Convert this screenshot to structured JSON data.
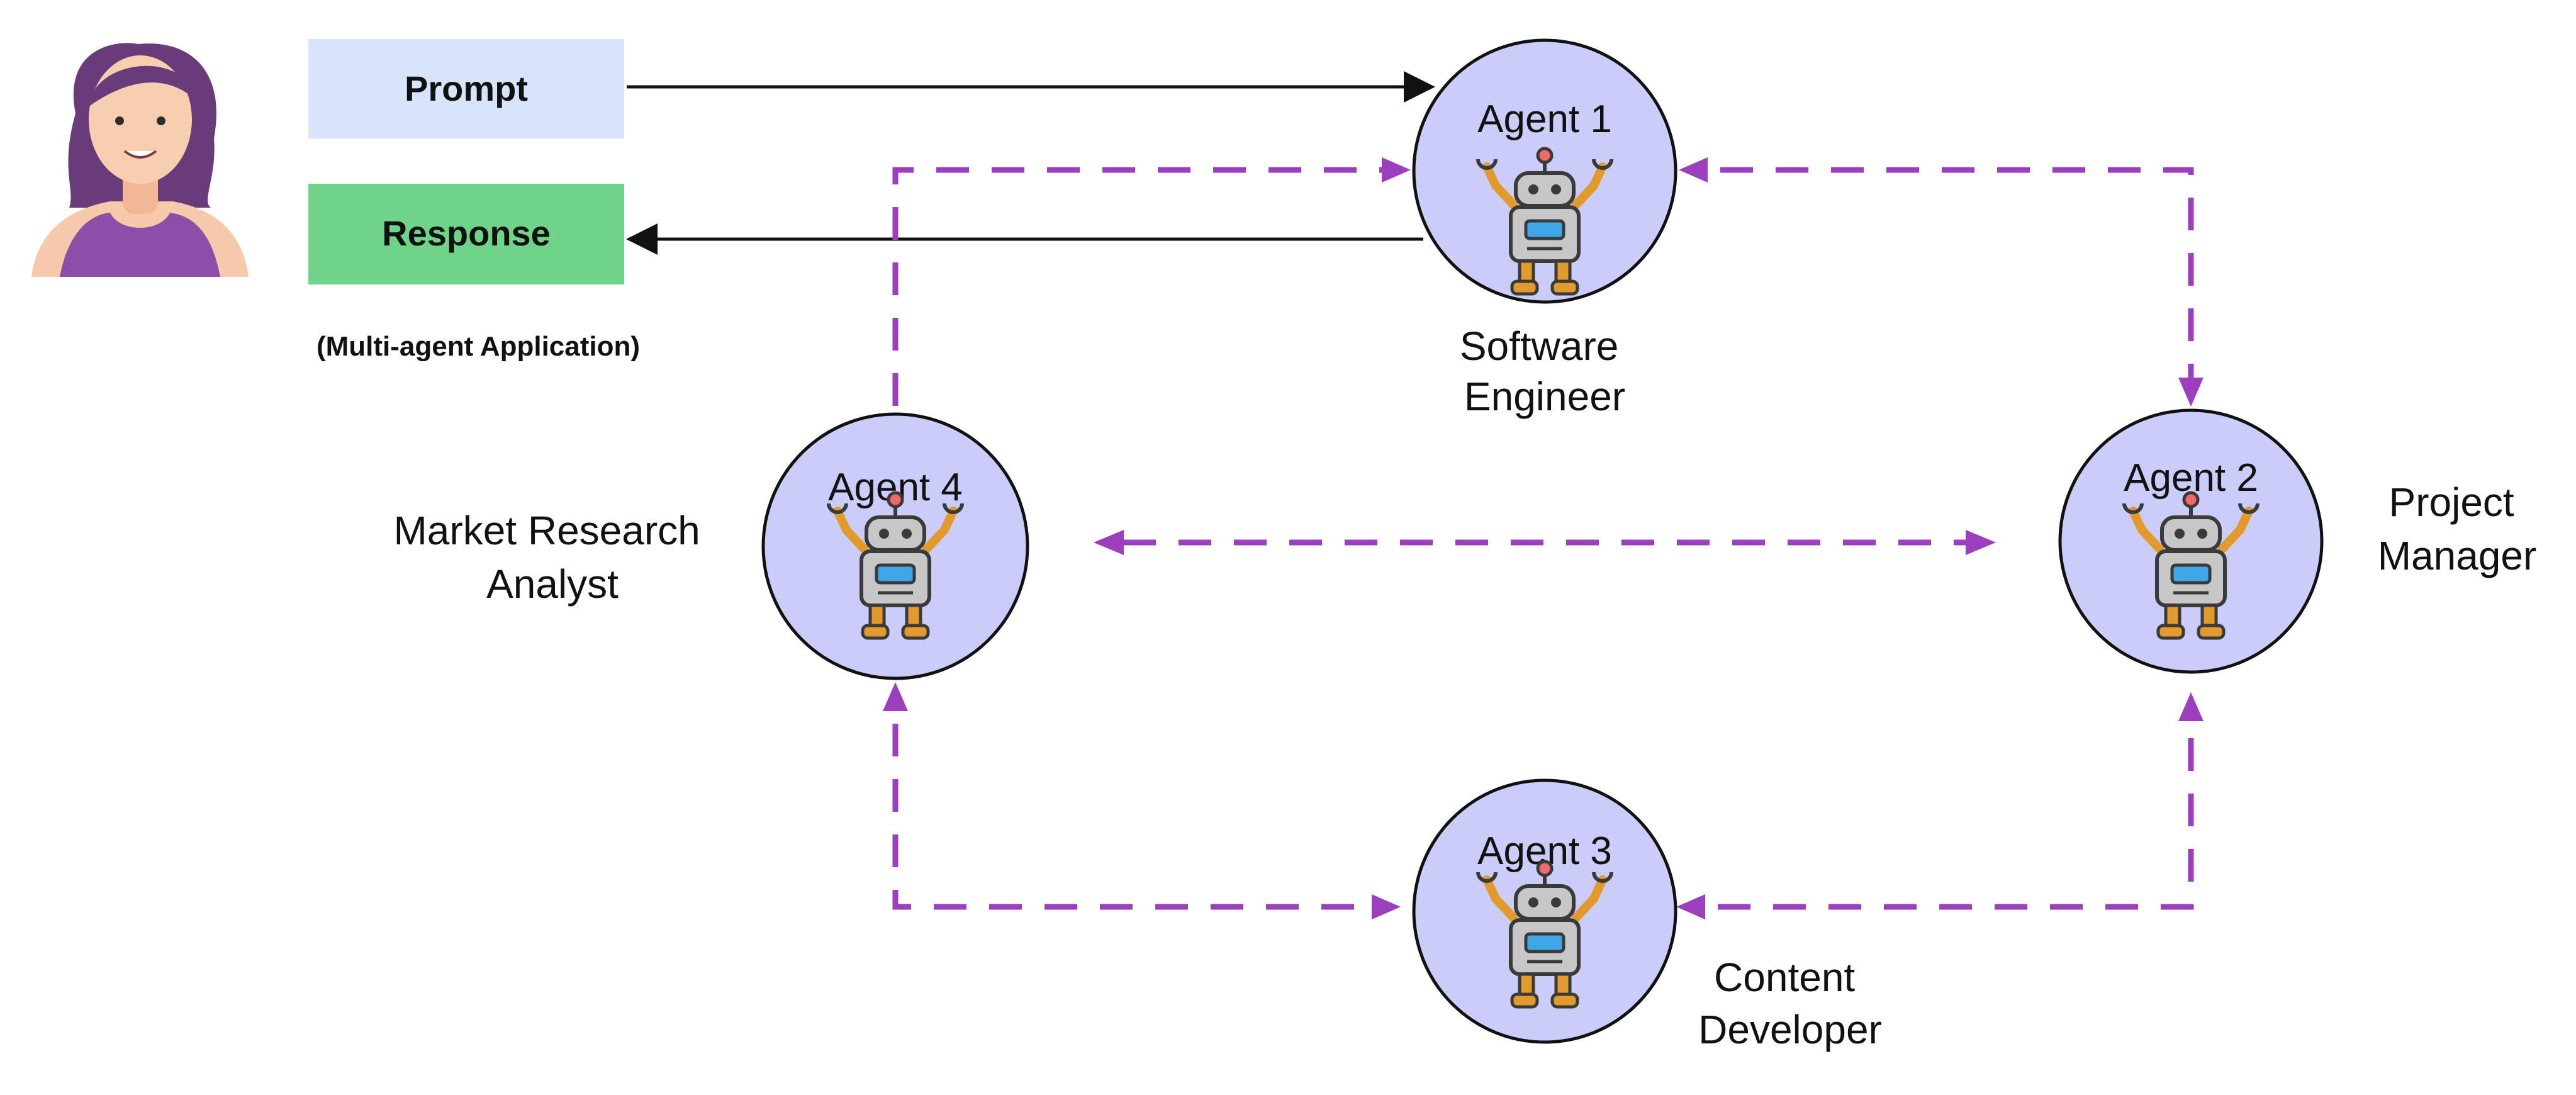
{
  "user": {
    "avatar": "user-avatar"
  },
  "prompt_label": "Prompt",
  "response_label": "Response",
  "caption": "(Multi-agent Application)",
  "agents": [
    {
      "name": "Agent 1",
      "role_lines": [
        "Software",
        "Engineer"
      ],
      "icon": "robot-icon"
    },
    {
      "name": "Agent 2",
      "role_lines": [
        "Project",
        "Manager"
      ],
      "icon": "robot-icon"
    },
    {
      "name": "Agent 3",
      "role_lines": [
        "Content",
        "Developer"
      ],
      "icon": "robot-icon"
    },
    {
      "name": "Agent 4",
      "role_lines": [
        "Market Research",
        "Analyst"
      ],
      "icon": "robot-icon"
    }
  ],
  "colors": {
    "prompt_box": "#d7e4fb",
    "response_box": "#6fd38a",
    "agent_circle": "#c9cdf8",
    "dashed_arrow": "#9b3fbf",
    "solid_arrow": "#111111"
  }
}
